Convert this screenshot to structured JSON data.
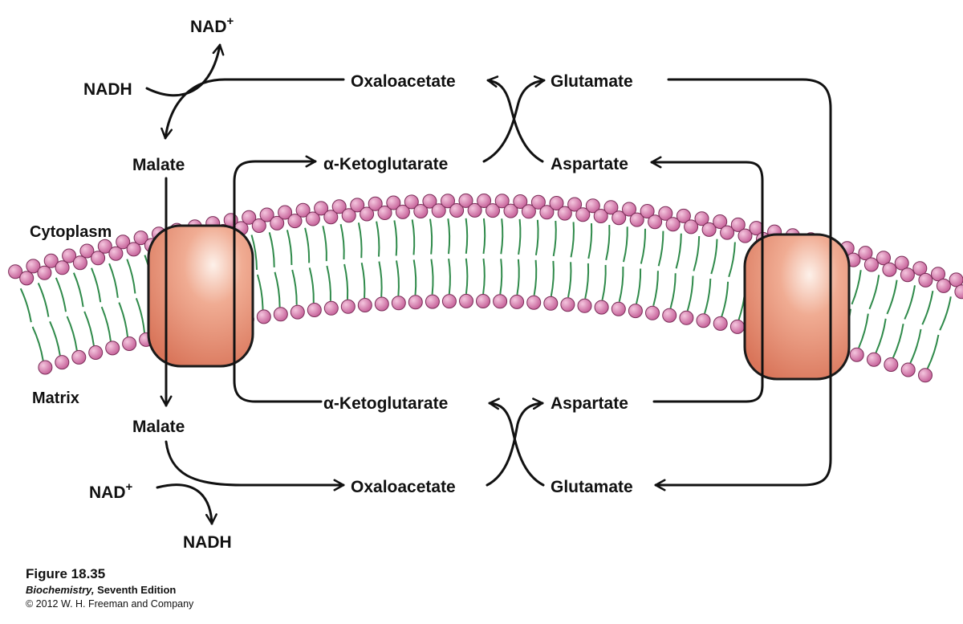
{
  "labels": {
    "nad_plus_top": "NAD",
    "nad_plus_top_sup": "+",
    "nadh_top": "NADH",
    "malate_top": "Malate",
    "oxaloacetate_top": "Oxaloacetate",
    "glutamate_top": "Glutamate",
    "akg_top": "α-Ketoglutarate",
    "aspartate_top": "Aspartate",
    "cytoplasm": "Cytoplasm",
    "matrix": "Matrix",
    "malate_bottom": "Malate",
    "akg_bottom": "α-Ketoglutarate",
    "aspartate_bottom": "Aspartate",
    "nad_plus_bottom": "NAD",
    "nad_plus_bottom_sup": "+",
    "oxaloacetate_bottom": "Oxaloacetate",
    "glutamate_bottom": "Glutamate",
    "nadh_bottom": "NADH"
  },
  "caption": {
    "figure": "Figure 18.35",
    "book_title": "Biochemistry,",
    "book_edition": " Seventh Edition",
    "copyright": "© 2012 W. H. Freeman and Company"
  },
  "colors": {
    "lipid_head": "#c8659c",
    "lipid_head_highlight": "#f4c6de",
    "lipid_tail": "#2f8a4a",
    "transporter": "#e8957a",
    "transporter_highlight": "#fbe3d8",
    "ink": "#111111"
  }
}
